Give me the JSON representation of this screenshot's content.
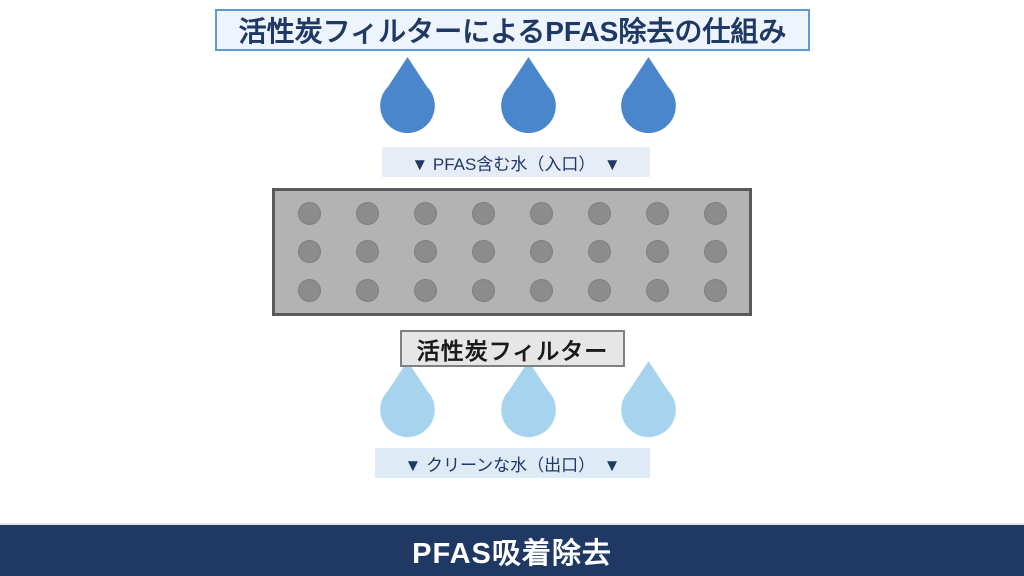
{
  "title": "活性炭フィルターによるPFAS除去の仕組み",
  "inlet": {
    "label": "▼ PFAS含む水（入口）　▼",
    "drops": 3
  },
  "filter": {
    "label": "活性炭フィルター",
    "dot_rows": 3,
    "dot_cols": 8
  },
  "outlet": {
    "label": "▼ クリーンな水（出口）　▼",
    "drops": 3
  },
  "footer": {
    "label": "PFAS吸着除去"
  },
  "colors": {
    "navy": "#1F3864",
    "title_bg": "#EDF4FB",
    "title_border": "#5B9BD5",
    "label_bg": "#E7EDF6",
    "outlet_label_bg": "#DEEBF7",
    "inlet_drop": "#4A86CB",
    "outlet_drop": "#A6D4EE",
    "filter_bg": "#B3B3B3",
    "filter_border": "#595959",
    "dot": "#8C8C8C",
    "dot_border": "#7F7F7F",
    "filter_label_bg": "#E7E6E6",
    "filter_label_border": "#808080",
    "footer_bg": "#1F3864",
    "footer_text": "#FFFFFF"
  }
}
